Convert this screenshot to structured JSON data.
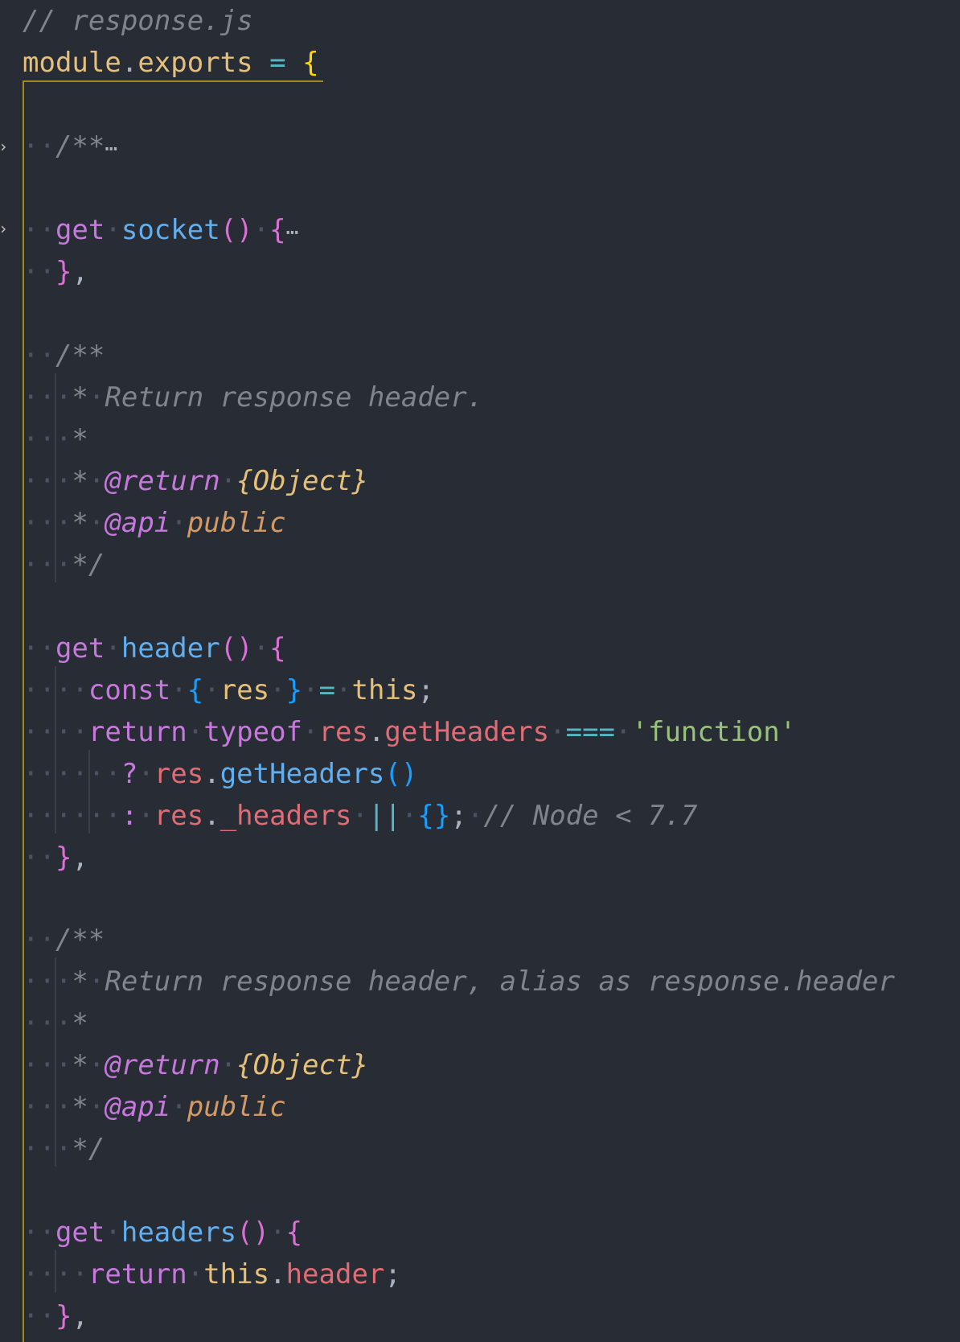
{
  "editor": {
    "file_comment": "// response.js",
    "colors": {
      "background": "#282c34",
      "keyword": "#c678dd",
      "function": "#61afef",
      "property": "#e06c75",
      "string": "#98c379",
      "comment": "#7f848e",
      "bracket_scope_guide": "#a08a1c"
    },
    "lines": {
      "l1": {
        "comment": "// response.js"
      },
      "l2": {
        "module": "module",
        "dot": ".",
        "exports": "exports",
        "eq": "=",
        "brace": "{"
      },
      "l4": {
        "fold_icon": "chevron-right-icon",
        "comment": "/**",
        "ellipsis": "⋯"
      },
      "l6": {
        "fold_icon": "chevron-right-icon",
        "get": "get",
        "name": "socket",
        "parens": "()",
        "brace": "{",
        "ellipsis": "⋯"
      },
      "l7": {
        "brace": "}",
        "comma": ","
      },
      "l9": {
        "comment": "/**"
      },
      "l10": {
        "star": "*",
        "text": "Return response header."
      },
      "l11": {
        "star": "*"
      },
      "l12": {
        "star": "*",
        "tag": "@return",
        "type": "{Object}"
      },
      "l13": {
        "star": "*",
        "tag": "@api",
        "name": "public"
      },
      "l14": {
        "end": "*/"
      },
      "l16": {
        "get": "get",
        "name": "header",
        "parens": "()",
        "brace": "{"
      },
      "l17": {
        "const": "const",
        "lbrace": "{",
        "res": "res",
        "rbrace": "}",
        "eq": "=",
        "this": "this",
        "semi": ";"
      },
      "l18": {
        "return": "return",
        "typeof": "typeof",
        "res": "res",
        "dot": ".",
        "prop": "getHeaders",
        "eq": "===",
        "str": "'function'"
      },
      "l19": {
        "q": "?",
        "res": "res",
        "dot": ".",
        "call": "getHeaders",
        "parens": "()"
      },
      "l20": {
        "colon": ":",
        "res": "res",
        "dot": ".",
        "prop": "_headers",
        "or": "||",
        "obj": "{}",
        "semi": ";",
        "comment": "// Node < 7.7"
      },
      "l21": {
        "brace": "}",
        "comma": ","
      },
      "l23": {
        "comment": "/**"
      },
      "l24": {
        "star": "*",
        "text": "Return response header, alias as response.header"
      },
      "l25": {
        "star": "*"
      },
      "l26": {
        "star": "*",
        "tag": "@return",
        "type": "{Object}"
      },
      "l27": {
        "star": "*",
        "tag": "@api",
        "name": "public"
      },
      "l28": {
        "end": "*/"
      },
      "l30": {
        "get": "get",
        "name": "headers",
        "parens": "()",
        "brace": "{"
      },
      "l31": {
        "return": "return",
        "this": "this",
        "dot": ".",
        "prop": "header",
        "semi": ";"
      },
      "l32": {
        "brace": "}",
        "comma": ","
      }
    }
  }
}
